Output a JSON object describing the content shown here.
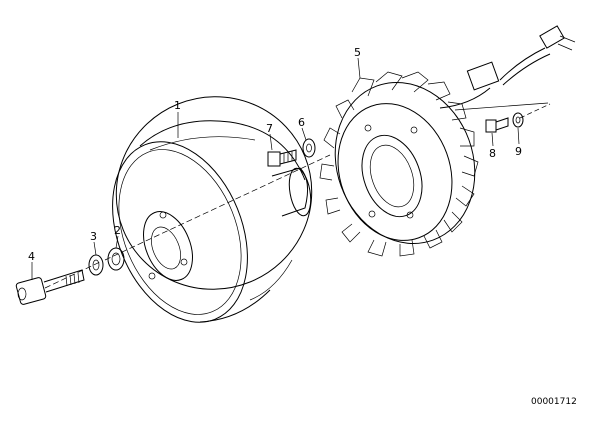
{
  "callouts": {
    "p1": "1",
    "p2": "2",
    "p3": "3",
    "p4": "4",
    "p5": "5",
    "p6": "6",
    "p7": "7",
    "p8": "8",
    "p9": "9"
  },
  "document_number": "00001712",
  "colors": {
    "line": "#000000",
    "background": "#ffffff"
  }
}
